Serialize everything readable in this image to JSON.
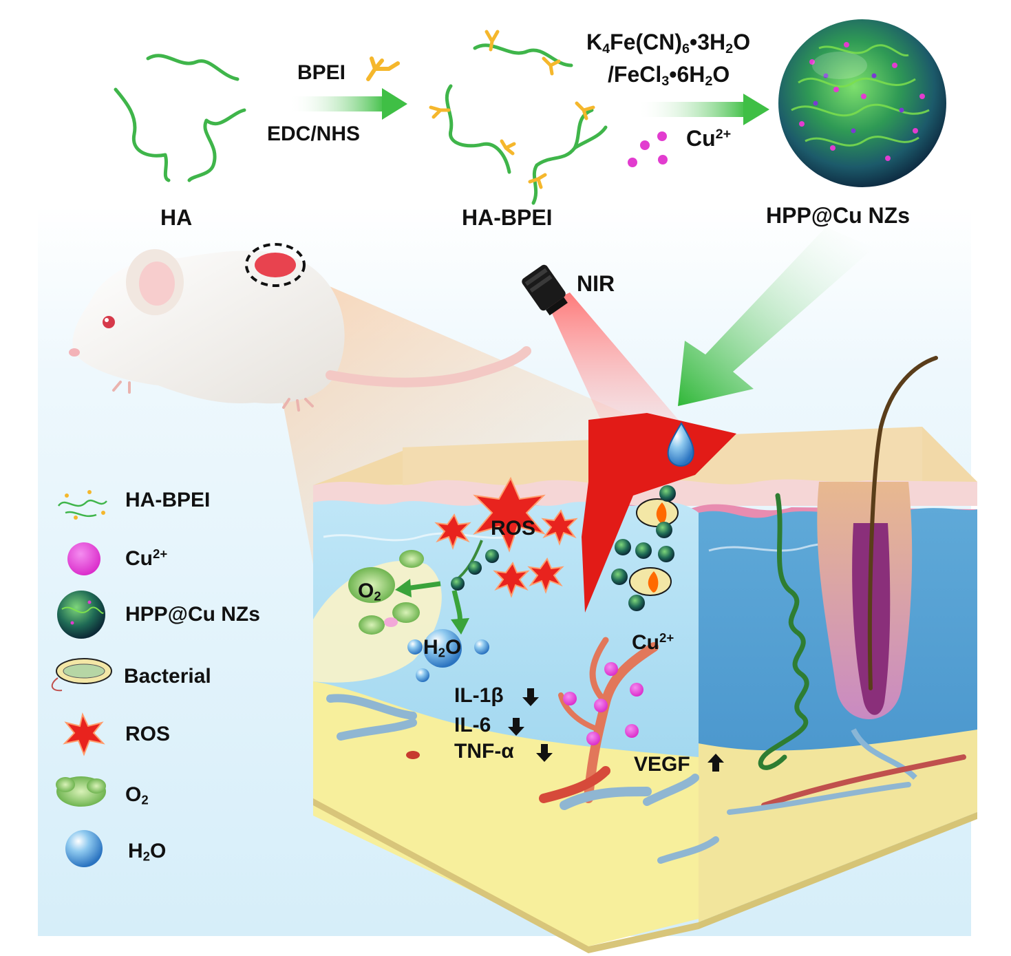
{
  "synthesis": {
    "ha": "HA",
    "bpei": "BPEI",
    "edc_nhs": "EDC/NHS",
    "ha_bpei": "HA-BPEI",
    "reagent_k": "K",
    "reagent_k_sub4": "4",
    "reagent_fecn": "Fe(CN)",
    "reagent_fecn_sub6": "6",
    "reagent_hydrate": "•3H",
    "reagent_h_sub2": "2",
    "reagent_o": "O",
    "reagent_fecl": "/FeCl",
    "reagent_fecl_sub3": "3",
    "reagent_fecl_hydrate": "•6H",
    "reagent_fecl_sub2": "2",
    "reagent_fecl_o": "O",
    "cu_base": "Cu",
    "cu_charge": "2+",
    "product": "HPP@Cu NZs"
  },
  "scene": {
    "nir": "NIR",
    "ros": "ROS",
    "o2_base": "O",
    "o2_sub": "2",
    "h2o_h": "H",
    "h2o_sub": "2",
    "h2o_o": "O",
    "cu_base": "Cu",
    "cu_charge": "2+",
    "il1b": "IL-1β",
    "il6": "IL-6",
    "tnfa": "TNF-α",
    "vegf": "VEGF"
  },
  "legend": {
    "ha_bpei": "HA-BPEI",
    "cu_base": "Cu",
    "cu_charge": "2+",
    "nzs": "HPP@Cu NZs",
    "bacterial": "Bacterial",
    "ros": "ROS",
    "o2_base": "O",
    "o2_sub": "2",
    "h2o_h": "H",
    "h2o_sub": "2",
    "h2o_o": "O"
  },
  "colors": {
    "polymer_green": "#3fb54a",
    "bpei_yellow": "#f5b72c",
    "arrow_green": "#4fc24f",
    "copper_magenta": "#e23ccf",
    "ros_red": "#e8231e",
    "nir_red": "#e21b17",
    "skin_yellow": "#f7ef9c",
    "dermis_blue": "#a9dcf2"
  }
}
